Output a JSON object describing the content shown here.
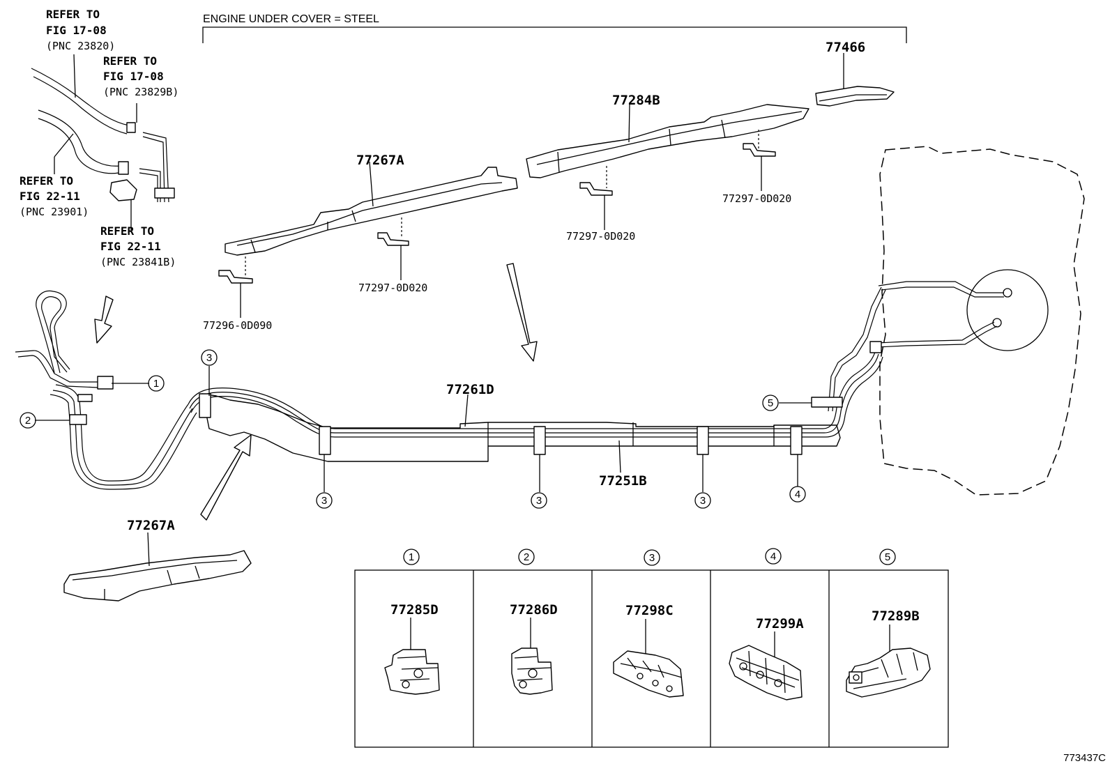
{
  "header": {
    "cover_note": "ENGINE UNDER COVER = STEEL"
  },
  "references": [
    {
      "l1": "REFER TO",
      "l2": "FIG 17-08",
      "l3": "(PNC 23820)"
    },
    {
      "l1": "REFER TO",
      "l2": "FIG 17-08",
      "l3": "(PNC 23829B)"
    },
    {
      "l1": "REFER TO",
      "l2": "FIG 22-11",
      "l3": "(PNC 23901)"
    },
    {
      "l1": "REFER TO",
      "l2": "FIG 22-11",
      "l3": "(PNC 23841B)"
    }
  ],
  "parts": {
    "p77466": "77466",
    "p77284B": "77284B",
    "p77267A_top": "77267A",
    "p77267A_bottom": "77267A",
    "p77261D": "77261D",
    "p77251B": "77251B",
    "clip_a": "77297-0D020",
    "clip_b": "77297-0D020",
    "clip_c": "77297-0D020",
    "clip_d": "77296-0D090"
  },
  "callouts": {
    "c1": "1",
    "c2": "2",
    "c3a": "3",
    "c3b": "3",
    "c3c": "3",
    "c3d": "3",
    "c4": "4",
    "c5": "5"
  },
  "detail_table": {
    "cells": [
      {
        "marker": "1",
        "part": "77285D"
      },
      {
        "marker": "2",
        "part": "77286D"
      },
      {
        "marker": "3",
        "part": "77298C"
      },
      {
        "marker": "4",
        "part": "77299A"
      },
      {
        "marker": "5",
        "part": "77289B"
      }
    ]
  },
  "figure_id": "773437C"
}
